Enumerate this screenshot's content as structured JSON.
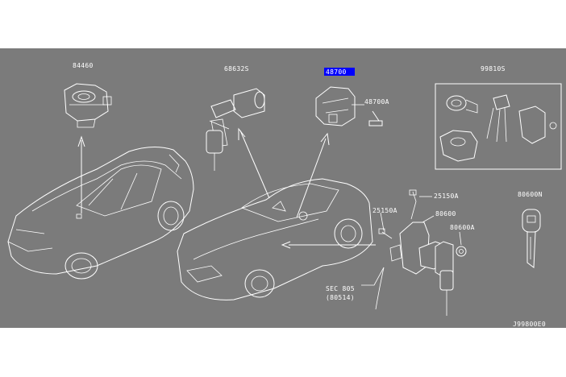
{
  "colors": {
    "background": "#7b7b7b",
    "line": "#ffffff",
    "highlight": "#0000ff"
  },
  "labels": {
    "p84460": "84460",
    "p68632s": "68632S",
    "p48700": "48700",
    "p48700a": "48700A",
    "p99810s": "99810S",
    "p25150a_top": "25150A",
    "p25150a_left": "25150A",
    "p80600": "80600",
    "p80600a": "80600A",
    "p80600n": "80600N",
    "sec_ref": "SEC 805",
    "sec_sub": "(80514)",
    "diagram_code": "J99800E0"
  }
}
